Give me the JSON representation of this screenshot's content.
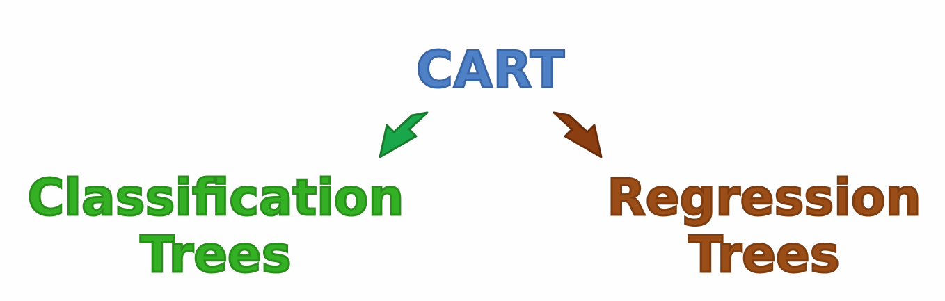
{
  "root": {
    "label": "CART",
    "color": "#4f81c7"
  },
  "branches": [
    {
      "line1": "Classification",
      "line2": "Trees",
      "color": "#33b023",
      "arrow_color": "#1aa64a"
    },
    {
      "line1": "Regression",
      "line2": "Trees",
      "color": "#9a4d16",
      "arrow_color": "#8b3e12"
    }
  ]
}
